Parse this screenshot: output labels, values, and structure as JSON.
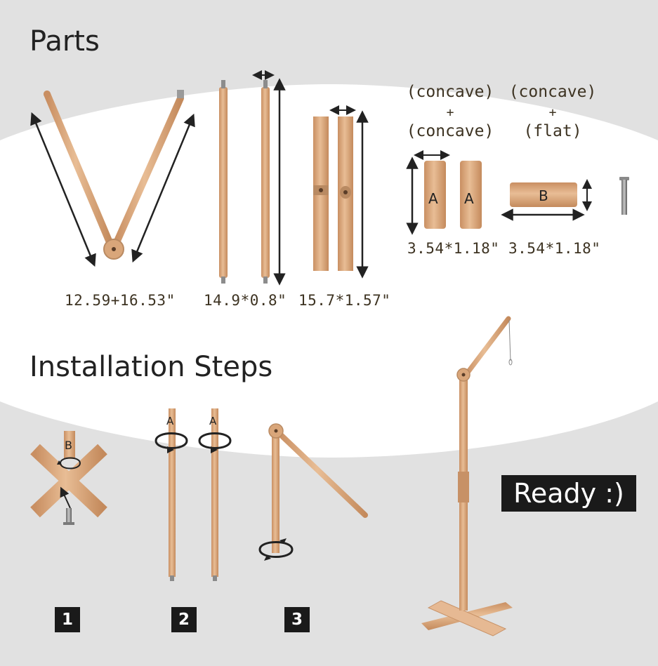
{
  "headings": {
    "parts": "Parts",
    "installation": "Installation Steps"
  },
  "parts": {
    "dim_legs": "12.59+16.53\"",
    "dim_poles": "14.9*0.8\"",
    "dim_base": "15.7*1.57\"",
    "connector_a": {
      "caption_top": "(concave)",
      "plus": "+",
      "caption_bottom": "(concave)",
      "block_label": "A",
      "dim": "3.54*1.18\""
    },
    "connector_b": {
      "caption_top": "(concave)",
      "plus": "+",
      "caption_bottom": "(flat)",
      "block_label": "B",
      "dim": "3.54*1.18\""
    }
  },
  "steps": {
    "step1_block": "B",
    "step2_block": "A",
    "numbers": [
      "1",
      "2",
      "3"
    ],
    "ready": "Ready :)"
  },
  "colors": {
    "background": "#e1e1e1",
    "band": "#ffffff",
    "wood": "#dcab83",
    "wood_dark": "#b98a62",
    "label_box": "#1a1a1a"
  }
}
